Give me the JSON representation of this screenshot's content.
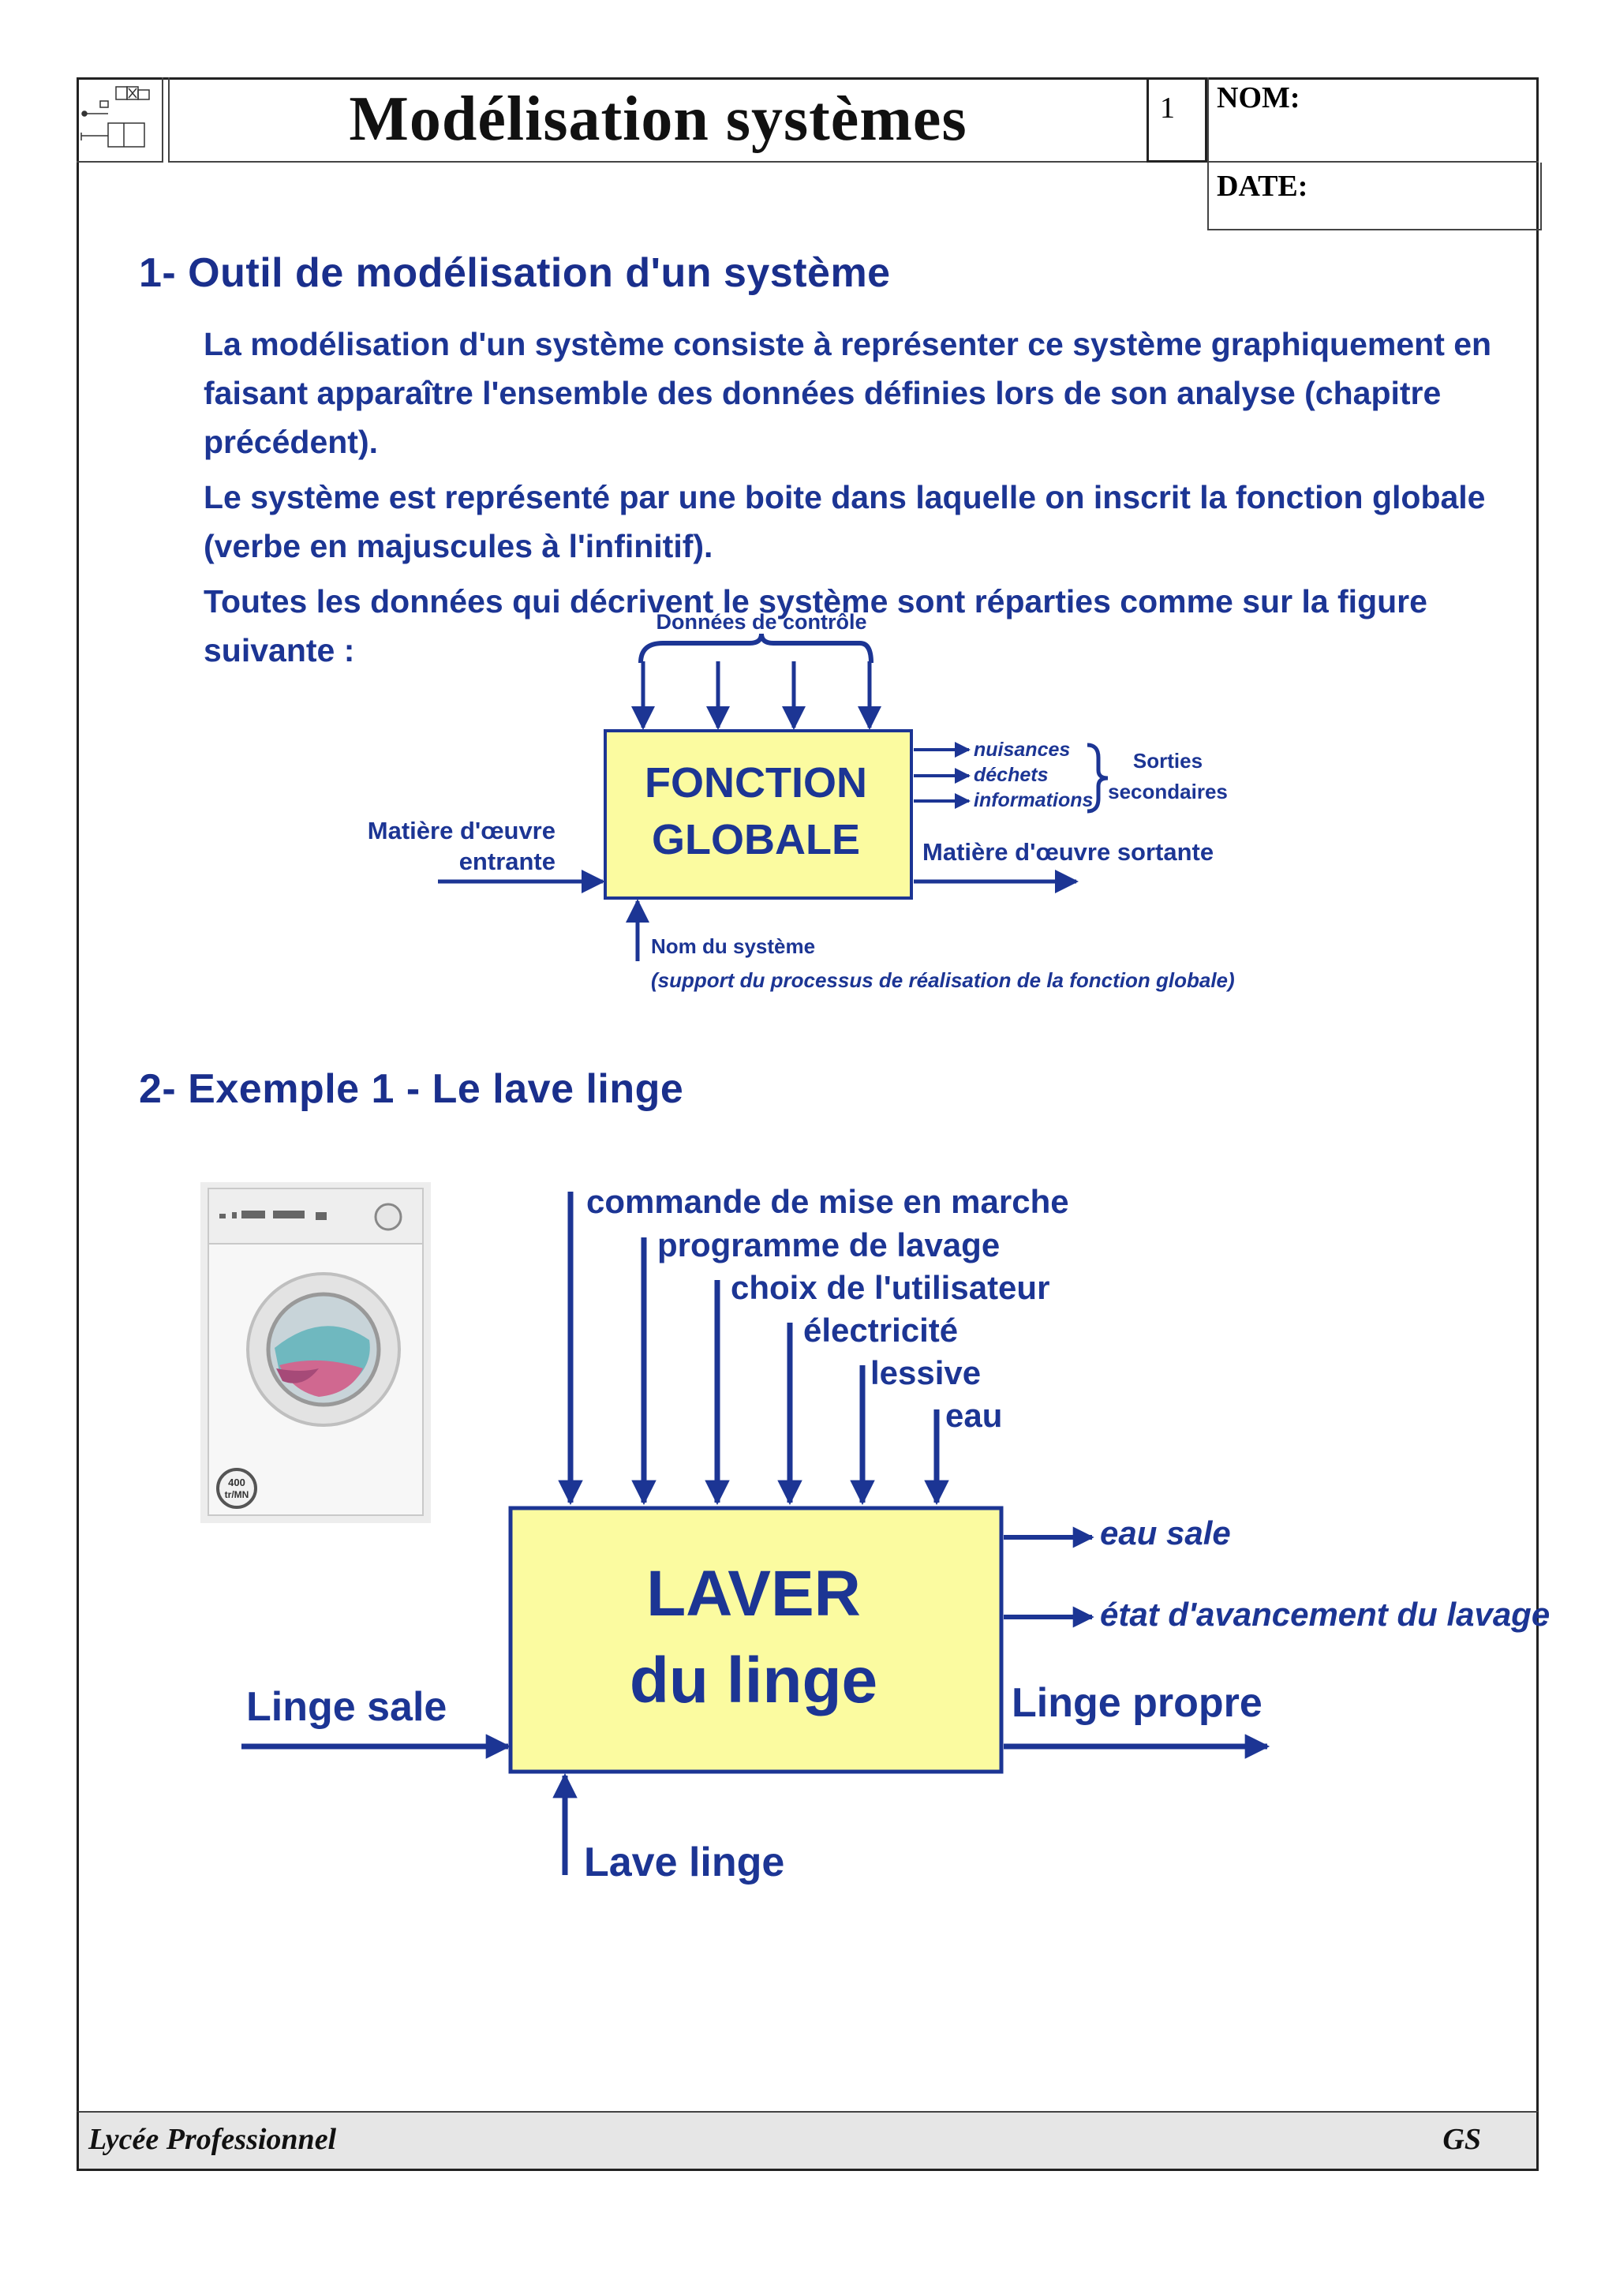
{
  "header": {
    "title": "Modélisation systèmes",
    "page_number": "1",
    "nom_label": "NOM:",
    "date_label": "DATE:"
  },
  "section1": {
    "title": "1- Outil de modélisation d'un système",
    "paragraphs": [
      "La modélisation d'un système consiste à représenter ce système graphiquement en faisant apparaître l'ensemble des données définies lors de son analyse (chapitre précédent).",
      "Le système est représenté par une boite dans laquelle on inscrit la fonction globale (verbe en majuscules à l'infinitif).",
      "Toutes les données qui décrivent le système sont réparties comme sur la figure suivante :"
    ],
    "diagram": {
      "control_label": "Données de contrôle",
      "box_line1": "FONCTION",
      "box_line2": "GLOBALE",
      "input_line1": "Matière d'œuvre",
      "input_line2": "entrante",
      "output_label": "Matière d'œuvre sortante",
      "secondary_outputs": [
        "nuisances",
        "déchets",
        "informations"
      ],
      "secondary_label_line1": "Sorties",
      "secondary_label_line2": "secondaires",
      "system_name": "Nom du système",
      "system_support": "(support du processus de réalisation de la fonction globale)"
    }
  },
  "section2": {
    "title": "2- Exemple 1 - Le lave linge",
    "machine_badge_line1": "400",
    "machine_badge_line2": "tr/MN",
    "diagram": {
      "controls": [
        "commande de mise en marche",
        "programme de lavage",
        "choix de l'utilisateur",
        "électricité",
        "lessive",
        "eau"
      ],
      "box_line1": "LAVER",
      "box_line2": "du linge",
      "input": "Linge sale",
      "output": "Linge propre",
      "secondary_outputs": [
        "eau sale",
        "état d'avancement du lavage"
      ],
      "system": "Lave linge"
    }
  },
  "footer": {
    "left": "Lycée Professionnel",
    "right": "GS"
  },
  "colors": {
    "diagram_blue": "#1c3594",
    "box_fill": "#fbfba0",
    "footer_bg": "#e6e6e6"
  }
}
